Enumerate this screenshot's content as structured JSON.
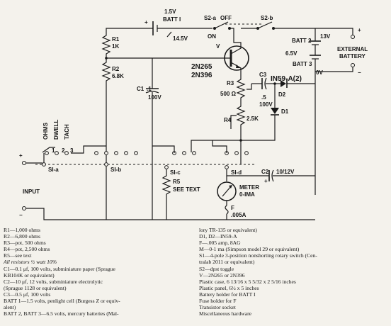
{
  "schematic": {
    "batt1": [
      "1.5V",
      "BATT I"
    ],
    "plus_batt1": "+",
    "v14": "14.5V",
    "s2a": "S2-a",
    "off": "OFF",
    "on": "ON",
    "s2b": "S2-b",
    "batt2": [
      "BATT 2",
      "6.5V"
    ],
    "batt3": "BATT 3",
    "v13": "13V",
    "v0": "0V",
    "ext": [
      "EXTERNAL",
      "BATTERY"
    ],
    "plus_ext": "+",
    "minus_ext": "−",
    "r1": [
      "R1",
      "1K"
    ],
    "r2": [
      "R2",
      "6.8K"
    ],
    "c1": [
      "C1",
      ".1",
      "100V"
    ],
    "v_label": "V",
    "transistor": [
      "2N265",
      "2N396"
    ],
    "r3": [
      "R3",
      "500 Ω"
    ],
    "c3": [
      "C3",
      ".5",
      "100V"
    ],
    "diode_label": "IN59-A(2)",
    "d2": "D2",
    "d1": "D1",
    "r4": [
      "R4",
      "2.5K"
    ],
    "modes": [
      "OHMS",
      "DWELL",
      "TACH"
    ],
    "pos": [
      "1",
      "2",
      "3"
    ],
    "s1": [
      "SI-a",
      "SI-b",
      "SI-c",
      "SI-d"
    ],
    "r5": [
      "R5",
      "SEE TEXT"
    ],
    "c2": [
      "C2",
      "10/12V"
    ],
    "c2_plus": "+",
    "meter": [
      "METER",
      "0-IMA"
    ],
    "fuse": [
      "F",
      ".005A"
    ],
    "input": "INPUT",
    "plus_in": "+",
    "minus_in": "−"
  },
  "parts_list": {
    "left": [
      "R1—1,000 ohms",
      "R2—6,800 ohms",
      "R3—pot, 500 ohms",
      "R4—pot, 2,500 ohms",
      "R5—see text",
      "All resistors ½ watt 10%",
      "C1—0.1 μf, 100 volts, subminiature paper (Sprague",
      "KB104K or equivalent)",
      "C2—10 μf, 12 volts, subminiature electrolytic",
      "(Sprague 1128 or equivalent)",
      "C3—0.5 μf, 100 volts",
      "BATT 1—1.5 volts, penlight cell (Burgess Z or equiv-",
      "alent)",
      "BATT 2, BATT 3—6.5 volts, mercury batteries (Mal-"
    ],
    "right": [
      "lory TR-135 or equivalent)",
      "D1, D2—IN59-A",
      "F—.005 amp, 8AG",
      "M—0-1 ma (Simpson model 29 or equivalent)",
      "S1—4-pole 3-position nonshorting rotary switch (Cen-",
      "tralab 2011 or equivalent)",
      "S2—dpst toggle",
      "V—2N265 or 2N396",
      "Plastic case, 6 13/16 x 5 5/32 x 2 5/16 inches",
      "Plastic panel, 6½ x 5 inches",
      "Battery holder for BATT I",
      "Fuse holder for F",
      "Transistor socket",
      "Miscellaneous hardware"
    ]
  }
}
